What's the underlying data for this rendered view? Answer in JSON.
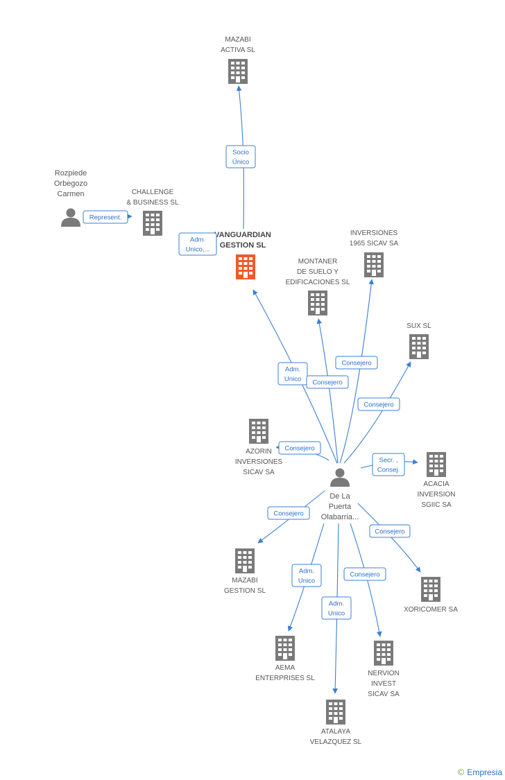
{
  "nodes": [
    {
      "id": "mazabi-activa",
      "lines": [
        "MAZABI",
        "ACTIVA  SL"
      ],
      "kind": "company"
    },
    {
      "id": "challenge",
      "lines": [
        "CHALLENGE",
        "& BUSINESS  SL"
      ],
      "kind": "company"
    },
    {
      "id": "rozpiede",
      "lines": [
        "Rozpiede",
        "Orbegozo",
        "Carmen"
      ],
      "kind": "person"
    },
    {
      "id": "vanguardian",
      "lines": [
        "VANGUARDIAN",
        "GESTION SL"
      ],
      "kind": "main"
    },
    {
      "id": "inversiones-1965",
      "lines": [
        "INVERSIONES",
        "1965 SICAV SA"
      ],
      "kind": "company"
    },
    {
      "id": "montaner",
      "lines": [
        "MONTANER",
        "DE SUELO Y",
        "EDIFICACIONES SL"
      ],
      "kind": "company"
    },
    {
      "id": "sux",
      "lines": [
        "SUX SL"
      ],
      "kind": "company"
    },
    {
      "id": "azorin",
      "lines": [
        "AZORIN",
        "INVERSIONES",
        "SICAV SA"
      ],
      "kind": "company"
    },
    {
      "id": "acacia",
      "lines": [
        "ACACIA",
        "INVERSION",
        "SGIIC SA"
      ],
      "kind": "company"
    },
    {
      "id": "delapuerta",
      "lines": [
        "De La",
        "Puerta",
        "Olabarria..."
      ],
      "kind": "person"
    },
    {
      "id": "mazabi-gestion",
      "lines": [
        "MAZABI",
        "GESTION SL"
      ],
      "kind": "company"
    },
    {
      "id": "xoricomer",
      "lines": [
        "XORICOMER SA"
      ],
      "kind": "company"
    },
    {
      "id": "aema",
      "lines": [
        "AEMA",
        "ENTERPRISES SL"
      ],
      "kind": "company"
    },
    {
      "id": "nervion",
      "lines": [
        "NERVION",
        "INVEST",
        "SICAV SA"
      ],
      "kind": "company"
    },
    {
      "id": "atalaya",
      "lines": [
        "ATALAYA",
        "VELAZQUEZ  SL"
      ],
      "kind": "company"
    }
  ],
  "edges": [
    {
      "from": "vanguardian",
      "to": "mazabi-activa",
      "label": [
        "Socio",
        "Único"
      ]
    },
    {
      "from": "rozpiede",
      "to": "challenge",
      "label": [
        "Represent."
      ]
    },
    {
      "from": "challenge",
      "to": "vanguardian",
      "label": [
        "Adm.",
        "Unico,..."
      ]
    },
    {
      "from": "delapuerta",
      "to": "vanguardian",
      "label": [
        "Adm.",
        "Unico"
      ]
    },
    {
      "from": "delapuerta",
      "to": "montaner",
      "label": [
        "Consejero"
      ]
    },
    {
      "from": "delapuerta",
      "to": "inversiones-1965",
      "label": [
        "Consejero"
      ]
    },
    {
      "from": "delapuerta",
      "to": "sux",
      "label": [
        "Consejero"
      ]
    },
    {
      "from": "delapuerta",
      "to": "azorin",
      "label": [
        "Consejero"
      ]
    },
    {
      "from": "delapuerta",
      "to": "acacia",
      "label": [
        "Secr. ,",
        "Consej."
      ]
    },
    {
      "from": "delapuerta",
      "to": "mazabi-gestion",
      "label": [
        "Consejero"
      ]
    },
    {
      "from": "delapuerta",
      "to": "xoricomer",
      "label": [
        "Consejero"
      ]
    },
    {
      "from": "delapuerta",
      "to": "aema",
      "label": [
        "Adm.",
        "Unico"
      ]
    },
    {
      "from": "delapuerta",
      "to": "nervion",
      "label": [
        "Consejero"
      ]
    },
    {
      "from": "delapuerta",
      "to": "atalaya",
      "label": [
        "Adm.",
        "Unico"
      ]
    }
  ],
  "colors": {
    "edge": "#3a7fd6",
    "company": "#7a7a7a",
    "main": "#f05a28",
    "person": "#7a7a7a",
    "label_text": "#2a6fc9"
  },
  "watermark": {
    "symbol": "©",
    "brand": "Empresia"
  }
}
